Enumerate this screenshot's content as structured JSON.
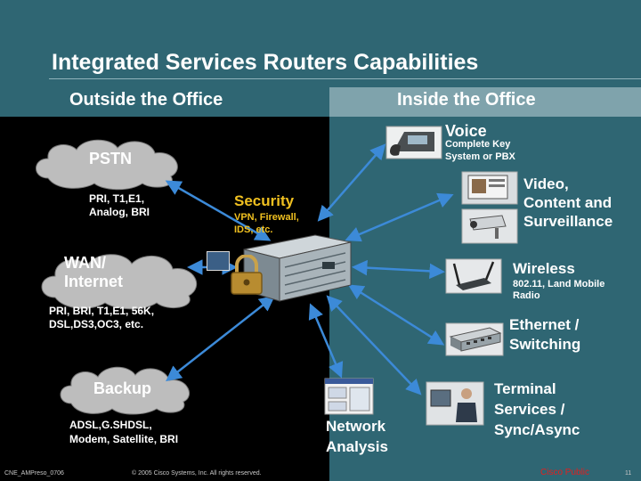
{
  "title": "Integrated Services Routers Capabilities",
  "bands": {
    "outside": "Outside the Office",
    "inside": "Inside the Office"
  },
  "outside": {
    "pstn": {
      "label": "PSTN",
      "detail_1": "PRI, T1,E1,",
      "detail_2": "Analog, BRI"
    },
    "wan": {
      "label_1": "WAN/",
      "label_2": "Internet",
      "detail_1": "PRI, BRI, T1,E1, 56K,",
      "detail_2": "DSL,DS3,OC3, etc."
    },
    "backup": {
      "label": "Backup",
      "detail_1": "ADSL,G.SHDSL,",
      "detail_2": "Modem, Satellite, BRI"
    }
  },
  "security": {
    "label": "Security",
    "detail_1": "VPN, Firewall,",
    "detail_2": "IDS, etc."
  },
  "inside": {
    "voice": {
      "label": "Voice",
      "detail_1": "Complete Key",
      "detail_2": "System or PBX"
    },
    "video": {
      "line_1": "Video,",
      "line_2": "Content and",
      "line_3": "Surveillance"
    },
    "wireless": {
      "label": "Wireless",
      "detail_1": "802.11, Land Mobile",
      "detail_2": "Radio"
    },
    "ethernet": {
      "line_1": "Ethernet /",
      "line_2": "Switching"
    },
    "terminal": {
      "line_1": "Terminal",
      "line_2": "Services /",
      "line_3": "Sync/Async"
    },
    "network": {
      "line_1": "Network",
      "line_2": "Analysis"
    }
  },
  "footer": {
    "left": "CNE_AMPreso_0706",
    "copyright": "© 2005 Cisco Systems, Inc. All rights reserved.",
    "classification": "Cisco Public",
    "page": "11"
  },
  "colors": {
    "header": "#2f6673",
    "inside_band": "#7fa3ac",
    "accent": "#f0c020",
    "arrow": "#3c8ad8",
    "footer_red": "#e02020"
  },
  "icons": [
    "ip-phone-icon",
    "video-screen-icon",
    "security-camera-icon",
    "router-icon",
    "padlock-icon",
    "access-point-icon",
    "switch-module-icon",
    "user-terminal-icon",
    "analysis-screen-icon"
  ]
}
